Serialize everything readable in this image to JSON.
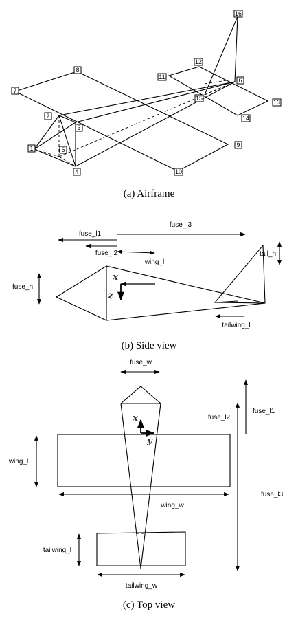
{
  "captions": {
    "airframe": "(a) Airframe",
    "side": "(b) Side view",
    "top": "(c) Top view"
  },
  "airframe_points": [
    "1",
    "2",
    "3",
    "4",
    "5",
    "6",
    "7",
    "8",
    "9",
    "10",
    "11",
    "12",
    "13",
    "14",
    "15",
    "16"
  ],
  "side_view": {
    "fuse_l1": "fuse_l1",
    "fuse_l2": "fuse_l2",
    "fuse_l3": "fuse_l3",
    "wing_l": "wing_l",
    "fuse_h": "fuse_h",
    "tail_h": "tail_h",
    "tailwing_l": "tailwing_l",
    "axis_x": "x",
    "axis_z": "z"
  },
  "top_view": {
    "fuse_w": "fuse_w",
    "fuse_l1": "fuse_l1",
    "fuse_l2": "fuse_l2",
    "fuse_l3": "fuse_l3",
    "wing_l": "wing_l",
    "wing_w": "wing_w",
    "tailwing_l": "tailwing_l",
    "tailwing_w": "tailwing_w",
    "axis_x": "x",
    "axis_y": "y"
  }
}
